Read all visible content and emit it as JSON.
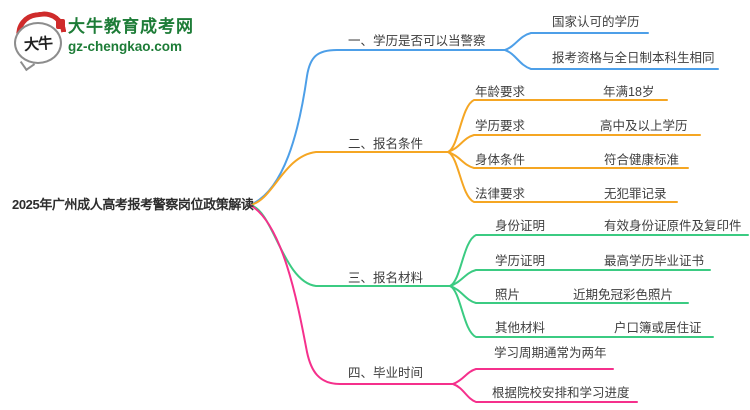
{
  "logo": {
    "title": "大牛教育成考网",
    "domain": "gz-chengkao.com",
    "bubble_text": "大牛",
    "brand_green": "#1d7c37",
    "accent_red": "#cf2b2b"
  },
  "root": {
    "title": "2025年广州成人高考报考警察岗位政策解读"
  },
  "colors": {
    "branch1": "#4d9fe8",
    "branch2": "#f5a623",
    "branch3": "#3bcb82",
    "branch4": "#f5308c"
  },
  "branches": [
    {
      "label": "一、学历是否可以当警察",
      "children": [
        {
          "text": "国家认可的学历"
        },
        {
          "text": "报考资格与全日制本科生相同"
        }
      ]
    },
    {
      "label": "二、报名条件",
      "children": [
        {
          "label": "年龄要求",
          "value": "年满18岁"
        },
        {
          "label": "学历要求",
          "value": "高中及以上学历"
        },
        {
          "label": "身体条件",
          "value": "符合健康标准"
        },
        {
          "label": "法律要求",
          "value": "无犯罪记录"
        }
      ]
    },
    {
      "label": "三、报名材料",
      "children": [
        {
          "label": "身份证明",
          "value": "有效身份证原件及复印件"
        },
        {
          "label": "学历证明",
          "value": "最高学历毕业证书"
        },
        {
          "label": "照片",
          "value": "近期免冠彩色照片"
        },
        {
          "label": "其他材料",
          "value": "户口簿或居住证"
        }
      ]
    },
    {
      "label": "四、毕业时间",
      "children": [
        {
          "text": "学习周期通常为两年"
        },
        {
          "text": "根据院校安排和学习进度"
        }
      ]
    }
  ]
}
